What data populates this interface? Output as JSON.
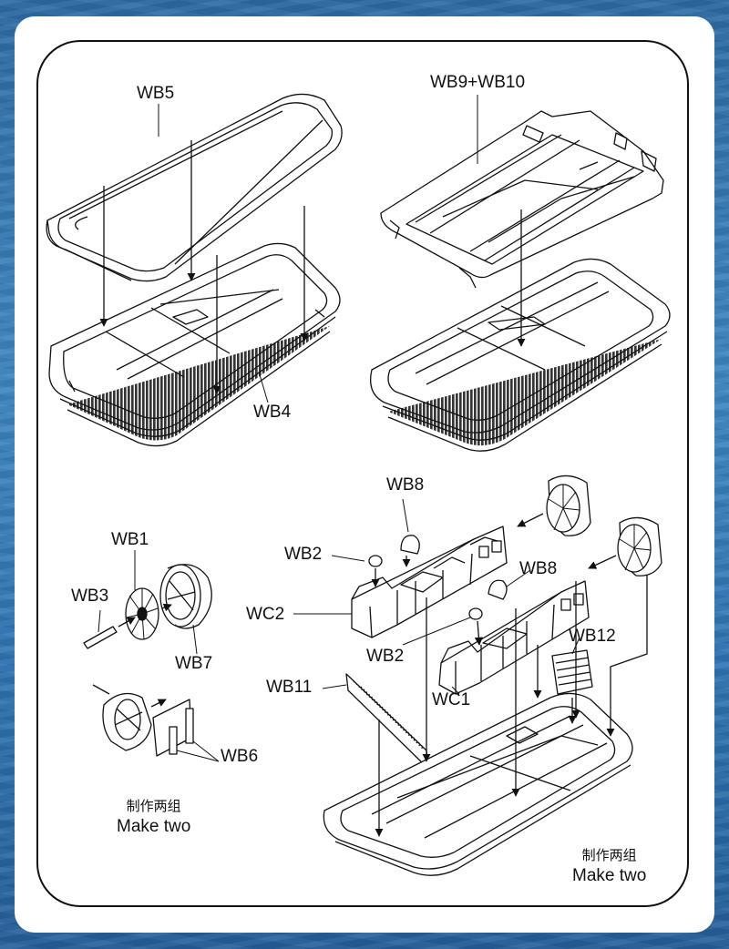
{
  "labels": {
    "wb5": "WB5",
    "wb9_wb10": "WB9+WB10",
    "wb4": "WB4",
    "wb8_top": "WB8",
    "wb2_top": "WB2",
    "wb8_mid": "WB8",
    "wc2": "WC2",
    "wb2_mid": "WB2",
    "wb12": "WB12",
    "wb1": "WB1",
    "wb3": "WB3",
    "wb7": "WB7",
    "wb11": "WB11",
    "wc1": "WC1",
    "wb6": "WB6"
  },
  "notes": {
    "left": {
      "cn": "制作两组",
      "en": "Make two"
    },
    "right": {
      "cn": "制作两组",
      "en": "Make two"
    }
  },
  "colors": {
    "line": "#111111",
    "panel": "#ffffff",
    "background": "#2f74b3"
  }
}
